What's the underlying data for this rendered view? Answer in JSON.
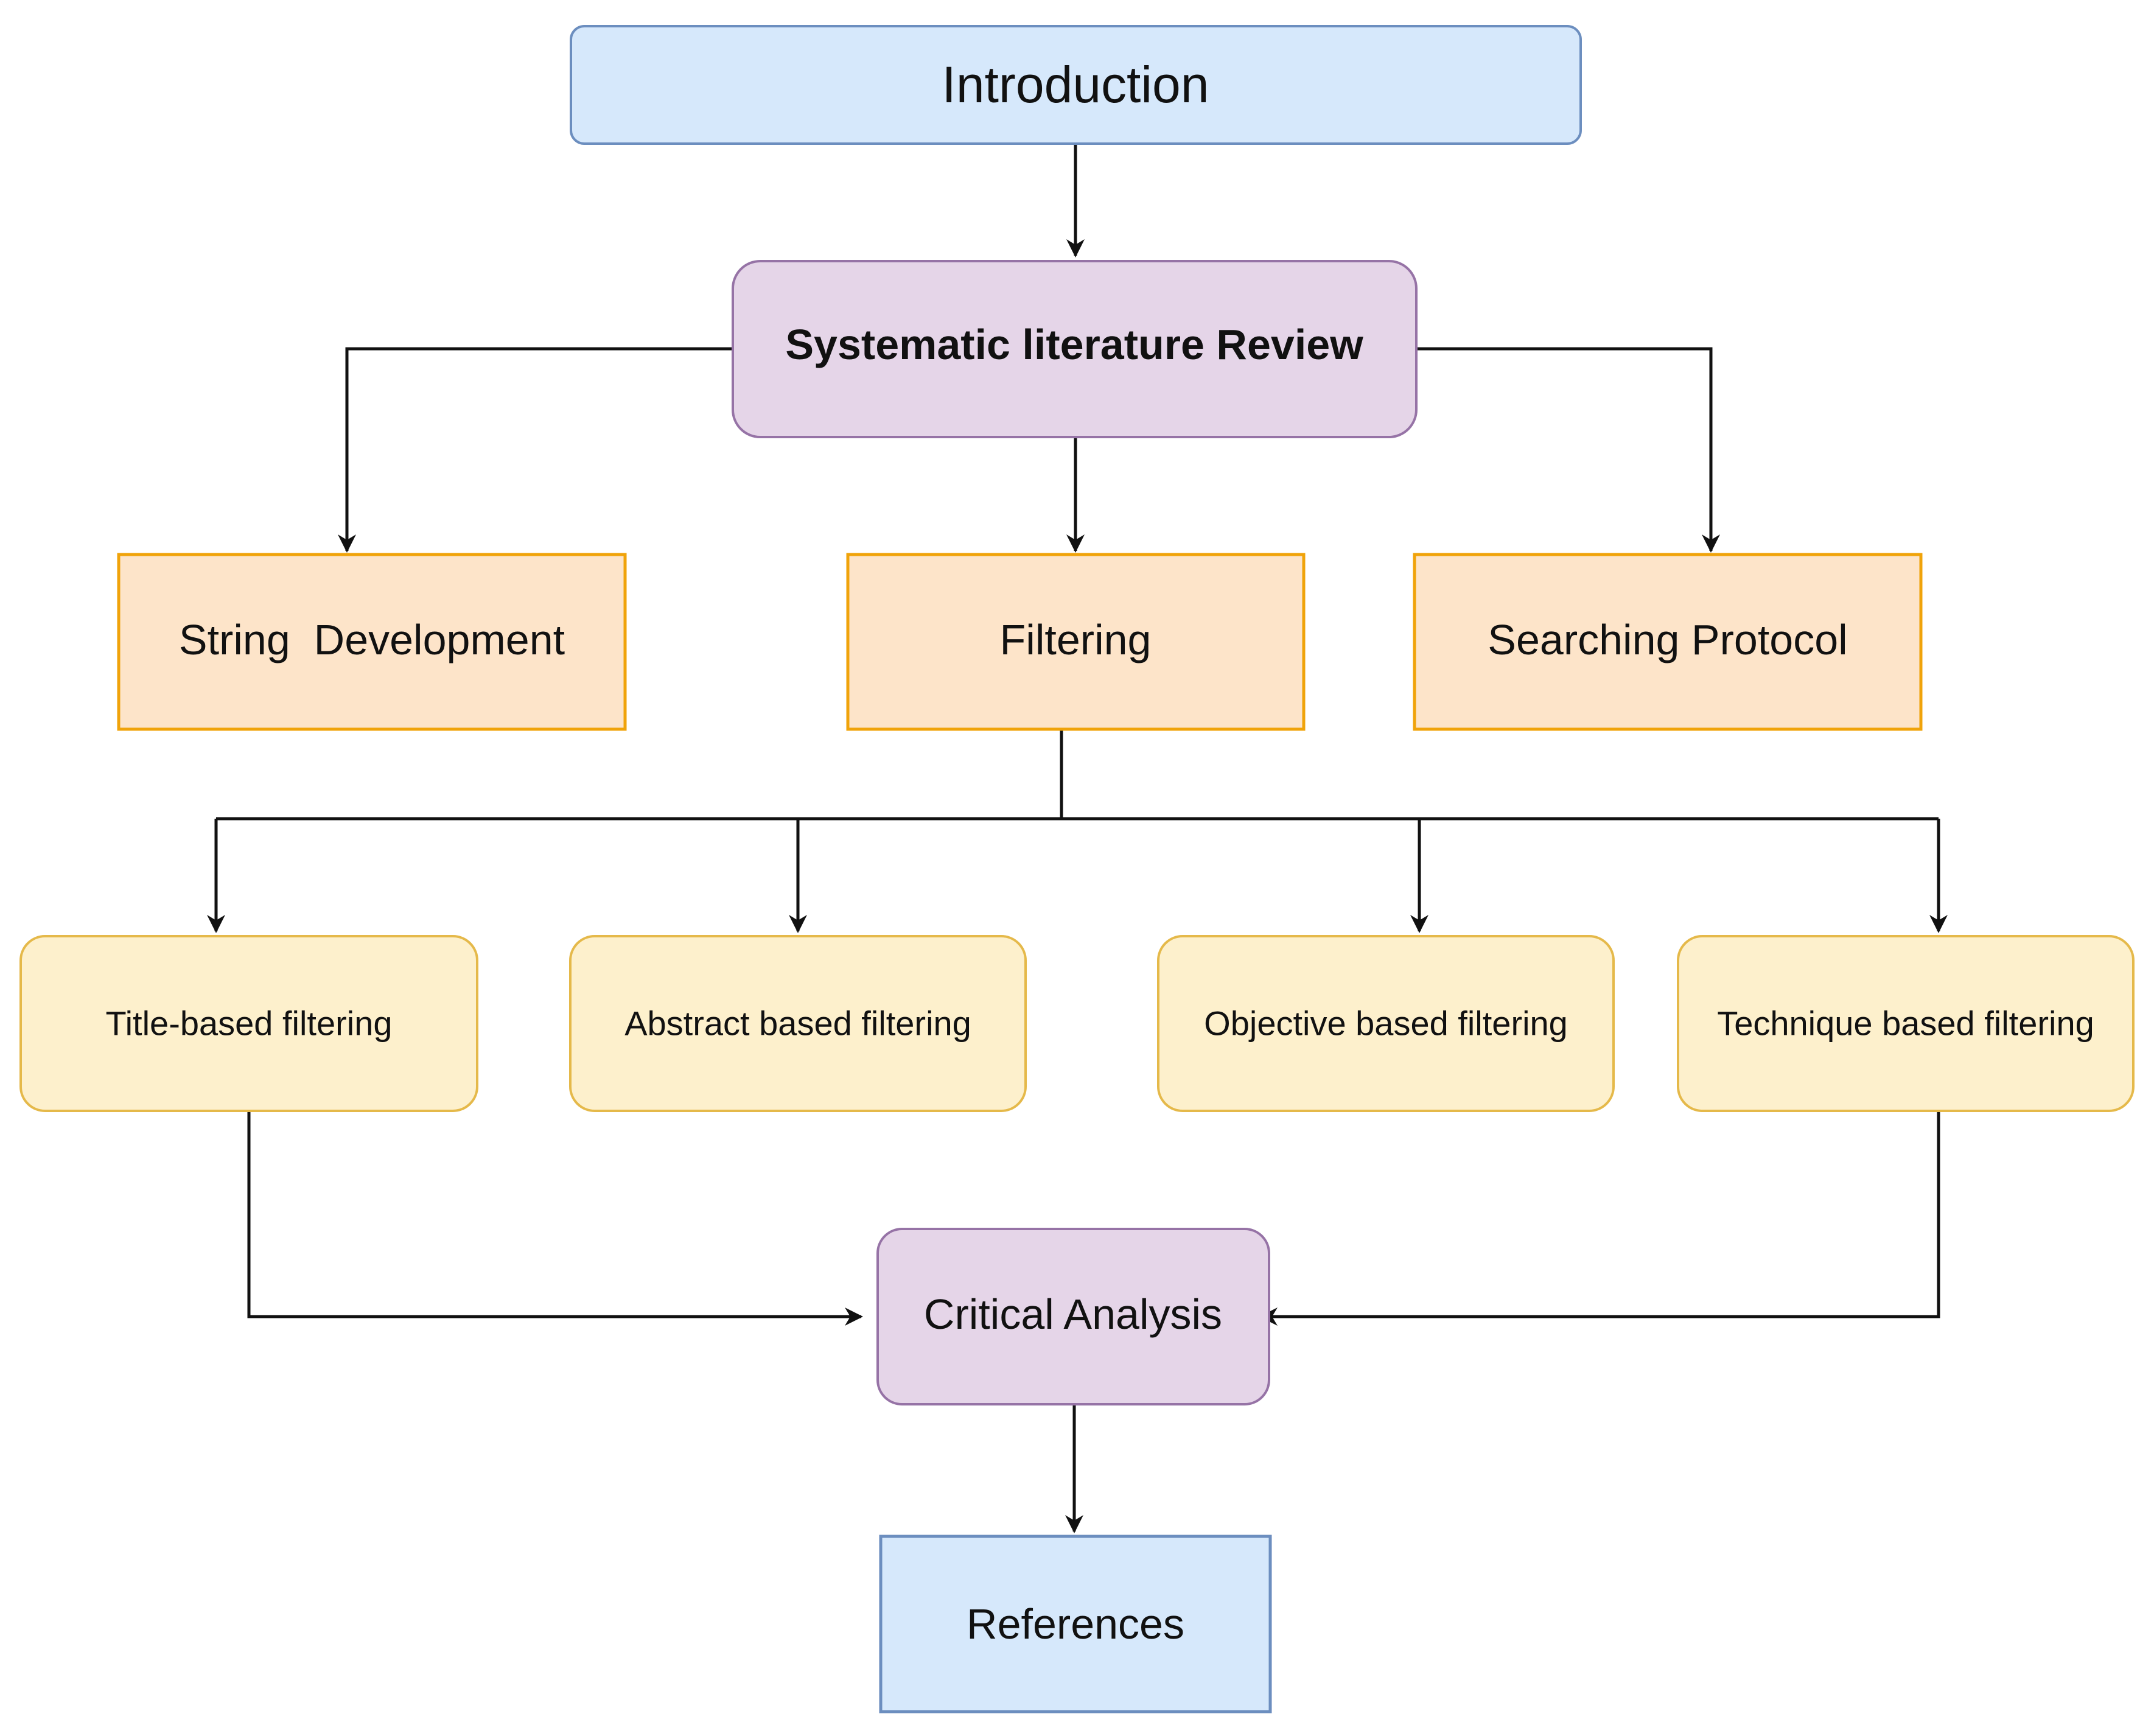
{
  "colors": {
    "blue_fill": "#d6e8fb",
    "blue_stroke": "#6c8ebf",
    "purple_fill": "#e5d5e8",
    "purple_stroke": "#9673a6",
    "orange_fill": "#fde4c9",
    "orange_stroke": "#f0a30a",
    "yellow_fill": "#fdf0cc",
    "yellow_stroke": "#e5b94a",
    "edge": "#111111"
  },
  "nodes": {
    "introduction": "Introduction",
    "slr": "Systematic literature Review",
    "string_dev": "String  Development",
    "filtering": "Filtering",
    "searching_protocol": "Searching Protocol",
    "title_filtering": "Title-based filtering",
    "abstract_filtering": "Abstract based filtering",
    "objective_filtering": "Objective based filtering",
    "technique_filtering": "Technique based filtering",
    "critical_analysis": "Critical Analysis",
    "references": "References"
  }
}
